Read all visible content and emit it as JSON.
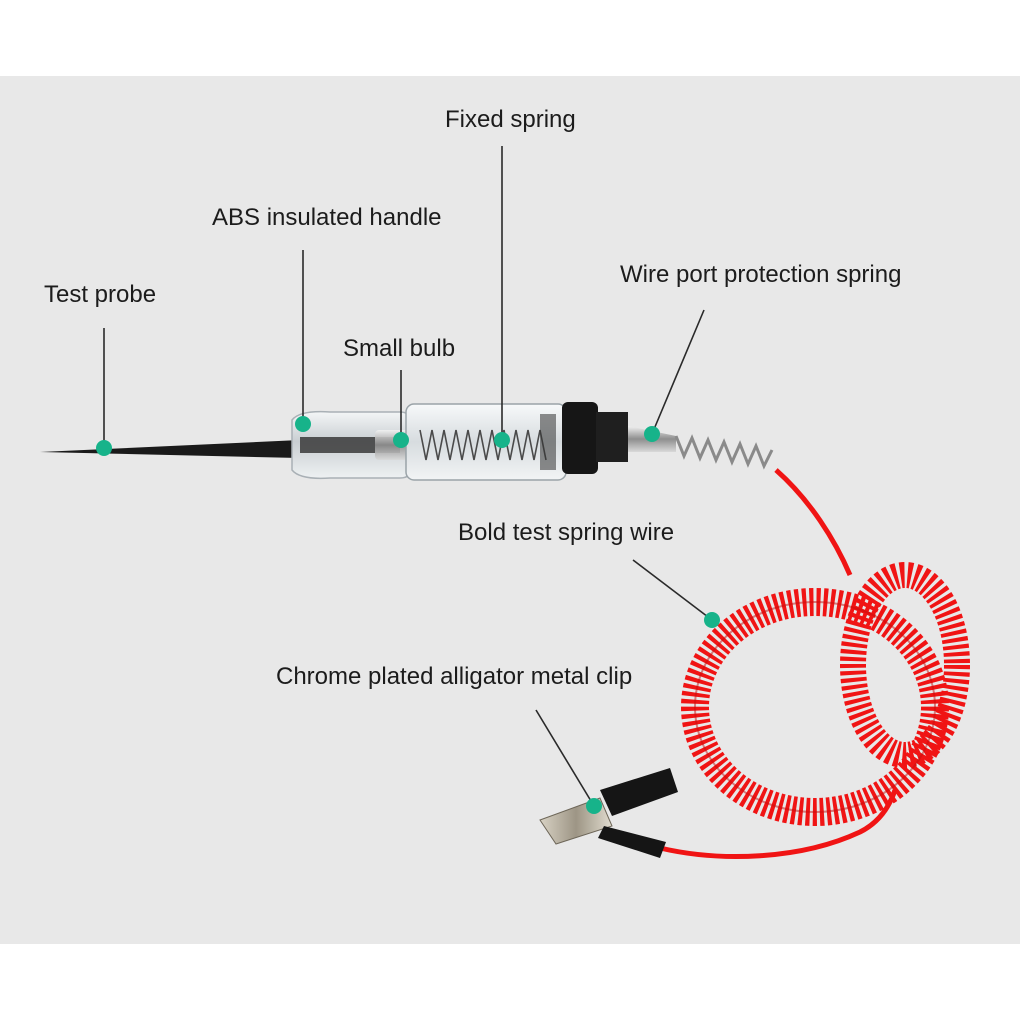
{
  "callouts": {
    "test_probe": "Test probe",
    "abs_handle": "ABS insulated handle",
    "small_bulb": "Small bulb",
    "fixed_spring": "Fixed spring",
    "wire_port_spring": "Wire port protection spring",
    "bold_spring_wire": "Bold test spring wire",
    "alligator_clip": "Chrome plated alligator metal clip"
  },
  "colors": {
    "panel": "#e8e8e8",
    "marker": "#17b38a",
    "leader": "#2a2a2a",
    "cable": "#f01414",
    "probe": "#1a1a1a"
  }
}
